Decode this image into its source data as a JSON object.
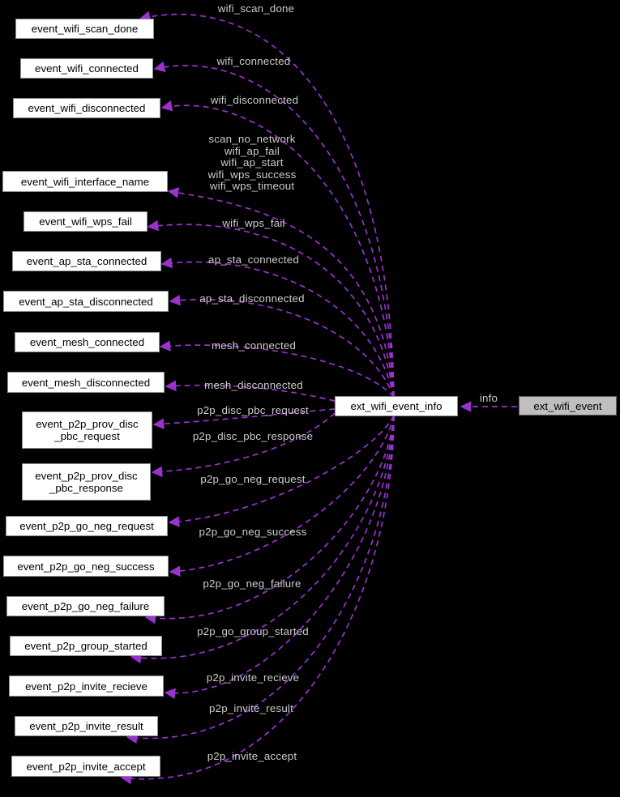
{
  "colors": {
    "background": "#000000",
    "edge": "#9a32cd",
    "edge_label": "#cdcdcd",
    "node_fill": "#ffffff",
    "node_border": "#8f8f8f",
    "node_text": "#000000",
    "highlight_fill": "#bfbfbf",
    "highlight_border": "#5e5e5e"
  },
  "center_node": {
    "label": "ext_wifi_event_info"
  },
  "main_node": {
    "label": "ext_wifi_event"
  },
  "left_nodes": [
    "event_wifi_scan_done",
    "event_wifi_connected",
    "event_wifi_disconnected",
    "event_wifi_interface_name",
    "event_wifi_wps_fail",
    "event_ap_sta_connected",
    "event_ap_sta_disconnected",
    "event_mesh_connected",
    "event_mesh_disconnected",
    "event_p2p_prov_disc\n_pbc_request",
    "event_p2p_prov_disc\n_pbc_response",
    "event_p2p_go_neg_request",
    "event_p2p_go_neg_success",
    "event_p2p_go_neg_failure",
    "event_p2p_group_started",
    "event_p2p_invite_recieve",
    "event_p2p_invite_result",
    "event_p2p_invite_accept"
  ],
  "edge_labels": [
    "wifi_scan_done",
    "wifi_connected",
    "wifi_disconnected",
    "scan_no_network\nwifi_ap_fail\nwifi_ap_start\nwifi_wps_success\nwifi_wps_timeout",
    "wifi_wps_fail",
    "ap_sta_connected",
    "ap_sta_disconnected",
    "mesh_connected",
    "mesh_disconnected",
    "p2p_disc_pbc_request",
    "p2p_disc_pbc_response",
    "p2p_go_neg_request",
    "p2p_go_neg_success",
    "p2p_go_neg_failure",
    "p2p_go_group_started",
    "p2p_invite_recieve",
    "p2p_invite_result",
    "p2p_invite_accept",
    "info"
  ]
}
